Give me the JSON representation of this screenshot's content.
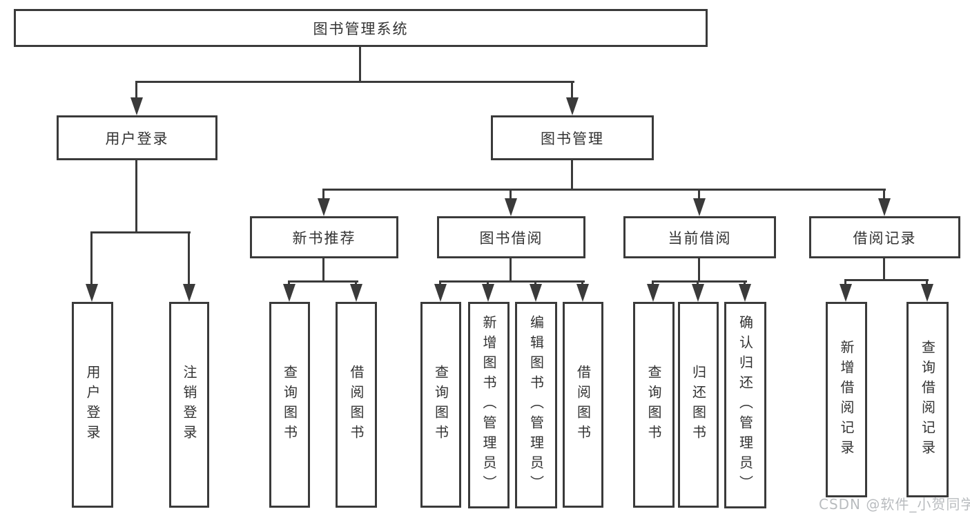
{
  "tree": {
    "root": "图书管理系统",
    "children": [
      {
        "label": "用户登录",
        "children": [
          "用户登录",
          "注销登录"
        ]
      },
      {
        "label": "图书管理",
        "children": [
          {
            "label": "新书推荐",
            "children": [
              "查询图书",
              "借阅图书"
            ]
          },
          {
            "label": "图书借阅",
            "children": [
              "查询图书",
              "新增图书（管理员）",
              "编辑图书（管理员）",
              "借阅图书"
            ]
          },
          {
            "label": "当前借阅",
            "children": [
              "查询图书",
              "归还图书",
              "确认归还（管理员）"
            ]
          },
          {
            "label": "借阅记录",
            "children": [
              "新增借阅记录",
              "查询借阅记录"
            ]
          }
        ]
      }
    ]
  },
  "watermark": {
    "text": "CSDN @软件_小贺同学",
    "color": "#b9bcbf"
  },
  "colors": {
    "line": "#3a3a3a",
    "border": "#3a3a3a",
    "text": "#333333",
    "background": "#ffffff"
  }
}
